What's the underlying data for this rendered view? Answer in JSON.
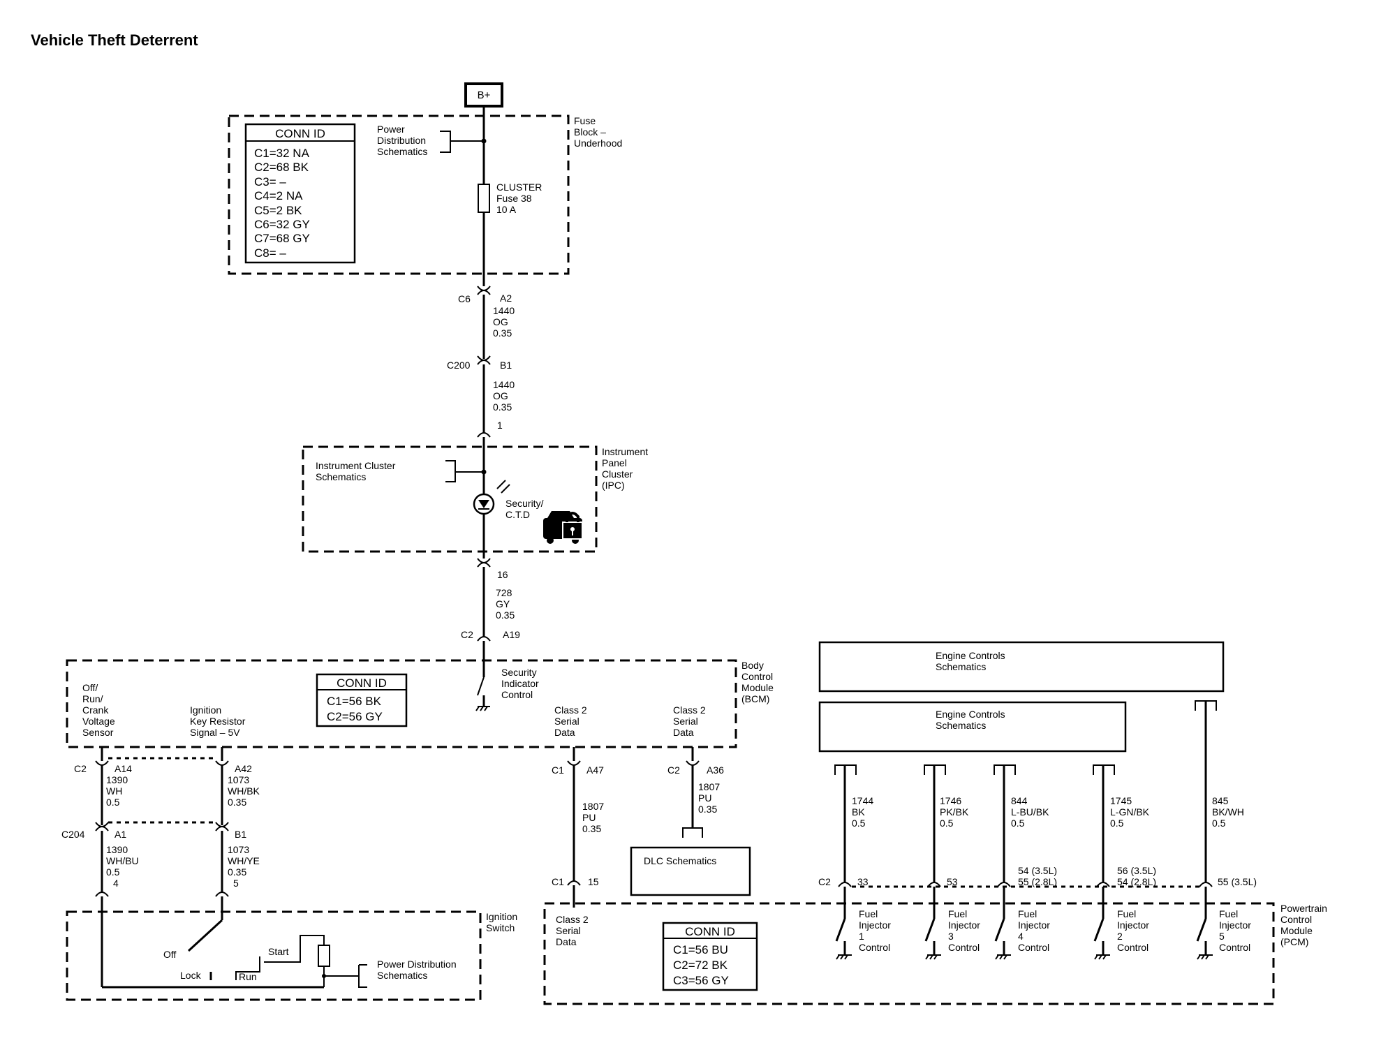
{
  "title": "Vehicle Theft Deterrent",
  "battery": "B+",
  "fuse_block": {
    "name": "Fuse Block – Underhood",
    "conn_id_title": "CONN ID",
    "conn_ids": [
      "C1=32 NA",
      "C2=68 BK",
      "C3= –",
      "C4=2 NA",
      "C5=2 BK",
      "C6=32 GY",
      "C7=68 GY",
      "C8= –"
    ],
    "power_distribution": "Power Distribution Schematics",
    "fuse": "CLUSTER Fuse 38 10 A"
  },
  "wire_segments": [
    {
      "connector": "C6",
      "pin": "A2",
      "circuit": "1440",
      "color": "OG",
      "gauge": "0.35"
    },
    {
      "connector": "C200",
      "pin": "B1",
      "circuit": "1440",
      "color": "OG",
      "gauge": "0.35"
    }
  ],
  "ipc": {
    "name": "Instrument Panel Cluster (IPC)",
    "pin_in": "1",
    "pin_out": "16",
    "schematics": "Instrument Cluster Schematics",
    "indicator": "Security/ C.T.D"
  },
  "ipc_to_bcm": {
    "circuit": "728",
    "color": "GY",
    "gauge": "0.35",
    "connector": "C2",
    "pin": "A19"
  },
  "bcm": {
    "name": "Body Control Module (BCM)",
    "conn_id_title": "CONN ID",
    "conn_ids": [
      "C1=56 BK",
      "C2=56 GY"
    ],
    "security_control": "Security Indicator Control",
    "off_run_crank": "Off/ Run/ Crank Voltage Sensor",
    "ignition_key": "Ignition Key Resistor Signal – 5V",
    "class2_a": "Class 2 Serial Data",
    "class2_b": "Class 2 Serial Data"
  },
  "bcm_wires": [
    {
      "connector": "C2",
      "pin": "A14",
      "circuit": "1390",
      "color": "WH",
      "gauge": "0.5"
    },
    {
      "pin": "A42",
      "circuit": "1073",
      "color": "WH/BK",
      "gauge": "0.35"
    },
    {
      "connector": "C204",
      "pin": "A1",
      "circuit": "1390",
      "color": "WH/BU",
      "gauge": "0.5",
      "end_pin": "4"
    },
    {
      "pin": "B1",
      "circuit": "1073",
      "color": "WH/YE",
      "gauge": "0.35",
      "end_pin": "5"
    },
    {
      "connector": "C1",
      "pin": "A47",
      "circuit": "1807",
      "color": "PU",
      "gauge": "0.35",
      "end_connector": "C1",
      "end_pin": "15"
    },
    {
      "connector": "C2",
      "pin": "A36",
      "circuit": "1807",
      "color": "PU",
      "gauge": "0.35"
    }
  ],
  "dlc": "DLC Schematics",
  "ignition_switch": {
    "name": "Ignition Switch",
    "off": "Off",
    "lock": "Lock",
    "run": "Run",
    "start": "Start",
    "power_distribution": "Power Distribution Schematics"
  },
  "engine_controls_1": "Engine Controls Schematics",
  "engine_controls_2": "Engine Controls Schematics",
  "injector_wires": [
    {
      "circuit": "1744",
      "color": "BK",
      "gauge": "0.5",
      "connector": "C2",
      "pin": "33",
      "label": "Fuel Injector 1 Control"
    },
    {
      "circuit": "1746",
      "color": "PK/BK",
      "gauge": "0.5",
      "pin": "53",
      "label": "Fuel Injector 3 Control"
    },
    {
      "circuit": "844",
      "color": "L-BU/BK",
      "gauge": "0.5",
      "pin": "54 (3.5L)",
      "pin2": "55 (2.8L)",
      "label": "Fuel Injector 4 Control"
    },
    {
      "circuit": "1745",
      "color": "L-GN/BK",
      "gauge": "0.5",
      "pin": "56 (3.5L)",
      "pin2": "54 (2.8L)",
      "label": "Fuel Injector 2 Control"
    },
    {
      "circuit": "845",
      "color": "BK/WH",
      "gauge": "0.5",
      "pin": "55 (3.5L)",
      "label": "Fuel Injector 5 Control"
    }
  ],
  "pcm": {
    "name": "Powertrain Control Module (PCM)",
    "conn_id_title": "CONN ID",
    "conn_ids": [
      "C1=56 BU",
      "C2=72 BK",
      "C3=56 GY"
    ],
    "class2": "Class 2 Serial Data"
  }
}
